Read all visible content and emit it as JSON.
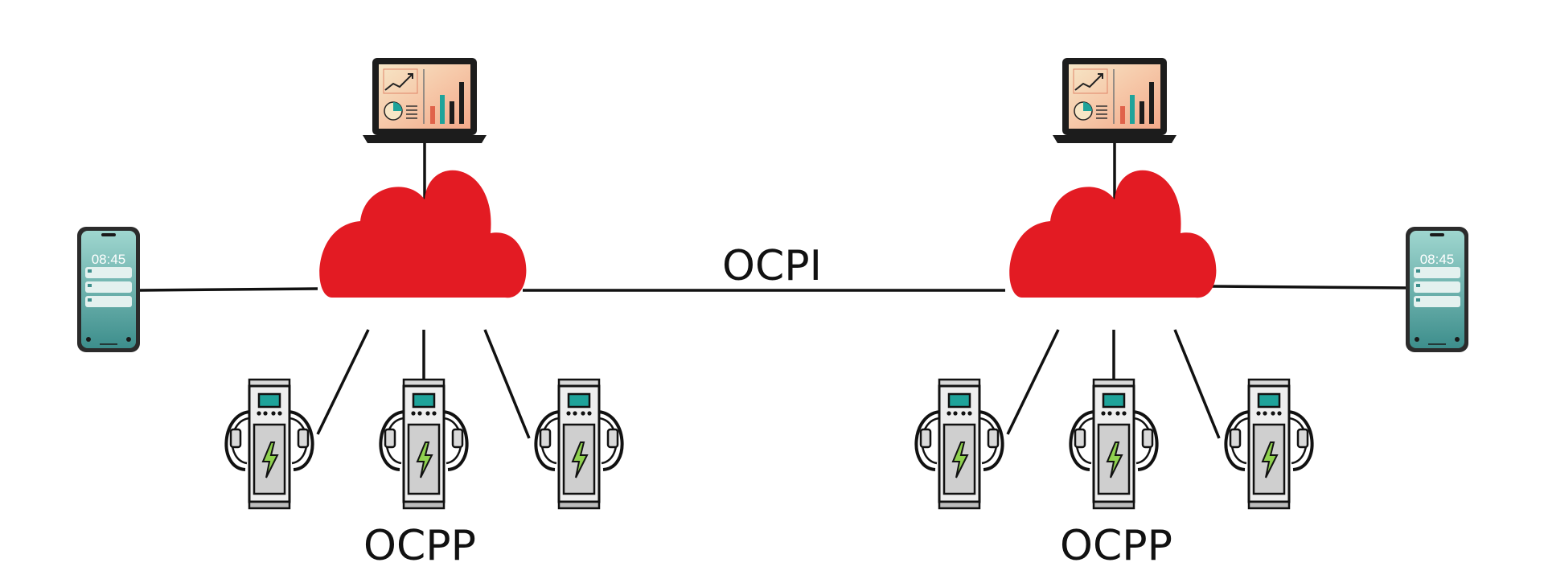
{
  "labels": {
    "ocpi": "OCPI",
    "ocpp_left": "OCPP",
    "ocpp_right": "OCPP"
  },
  "phones": {
    "left": {
      "time": "08:45"
    },
    "right": {
      "time": "08:45"
    }
  },
  "icons": {
    "cloud": "cloud-icon",
    "laptop": "laptop-dashboard-icon",
    "phone": "smartphone-icon",
    "charger": "ev-charger-icon"
  },
  "colors": {
    "cloud": "#e31b23",
    "line": "#111111",
    "screen_teal": "#1fa39a",
    "bolt": "#8fd14f",
    "charger_body": "#eeeeee",
    "charger_panel": "#cfcfcf"
  }
}
